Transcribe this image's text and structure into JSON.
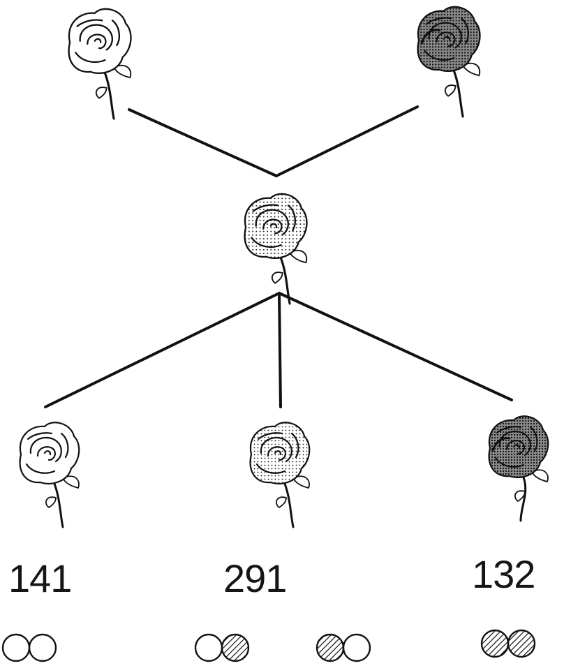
{
  "parents": [
    {
      "id": "parent-light",
      "shade": "light"
    },
    {
      "id": "parent-dark",
      "shade": "dark"
    }
  ],
  "f1": {
    "shade": "medium"
  },
  "offspring": [
    {
      "count": "141",
      "shade": "light",
      "genotype": [
        [
          "empty",
          "empty"
        ]
      ]
    },
    {
      "count": "291",
      "shade": "medium",
      "genotype": [
        [
          "empty",
          "hatched"
        ],
        [
          "hatched",
          "empty"
        ]
      ]
    },
    {
      "count": "132",
      "shade": "dark",
      "genotype": [
        [
          "hatched",
          "hatched"
        ]
      ]
    }
  ],
  "colors": {
    "ink": "#111111",
    "background": "#ffffff",
    "light_fill": "#ffffff",
    "medium_fill": "#d9d9d9",
    "dark_fill": "#8a8a8a"
  }
}
